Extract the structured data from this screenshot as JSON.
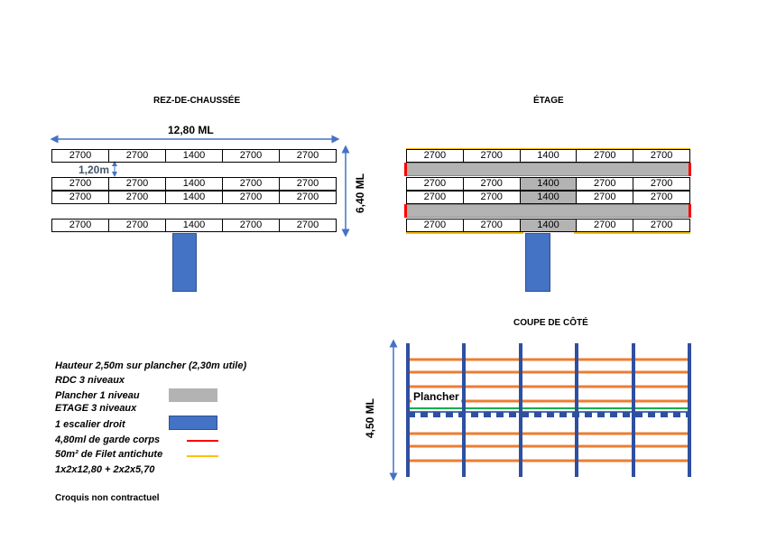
{
  "titles": {
    "rdc": "REZ-DE-CHAUSSÉE",
    "etage": "ÉTAGE",
    "coupe": "COUPE DE CÔTÉ"
  },
  "dimensions": {
    "width": "12,80 ML",
    "depth": "6,40 ML",
    "aisle": "1,20m",
    "height": "4,50 ML"
  },
  "rack_values": [
    "2700",
    "2700",
    "1400",
    "2700",
    "2700"
  ],
  "coupe": {
    "plancher_label": "Plancher"
  },
  "legend": {
    "hauteur": "Hauteur 2,50m sur plancher (2,30m utile)",
    "rdc": "RDC 3 niveaux",
    "plancher": "Plancher 1 niveau",
    "etage": "ETAGE 3 niveaux",
    "escalier": "1 escalier droit",
    "garde": "4,80ml de garde corps",
    "filet": "50m² de Filet antichute",
    "formula": "1x2x12,80 + 2x2x5,70"
  },
  "footer": "Croquis non contractuel",
  "colors": {
    "plancher": "#b3b3b3",
    "escalier": "#4472c4",
    "garde_corps": "#ff0000",
    "filet": "#ffc000",
    "upright": "#2f4f9f",
    "beam": "#ed7d31",
    "dimension": "#4472c4"
  }
}
